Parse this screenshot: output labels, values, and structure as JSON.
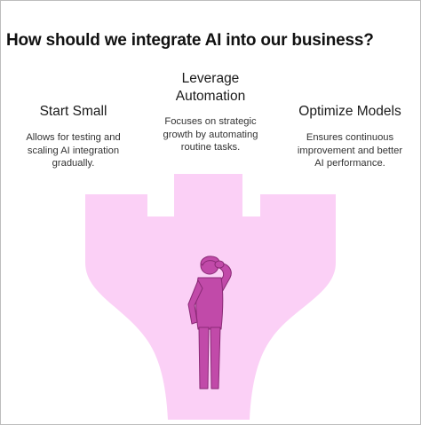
{
  "title": "How should we integrate AI into our business?",
  "options": [
    {
      "heading": "Start Small",
      "description_lines": [
        "Allows for testing and",
        "scaling AI integration",
        "gradually."
      ]
    },
    {
      "heading_lines": [
        "Leverage",
        "Automation"
      ],
      "description_lines": [
        "Focuses on strategic",
        "growth by automating",
        "routine tasks."
      ]
    },
    {
      "heading": "Optimize Models",
      "description_lines": [
        "Ensures continuous",
        "improvement and better",
        "AI performance."
      ]
    }
  ],
  "colors": {
    "path_fill": "#fbd0f6",
    "figure_fill": "#c14aa9",
    "figure_stroke": "#8a2a76",
    "text": "#222222"
  },
  "icons": {
    "figure": "thinking-person-icon",
    "paths": "three-way-fork-paths"
  }
}
